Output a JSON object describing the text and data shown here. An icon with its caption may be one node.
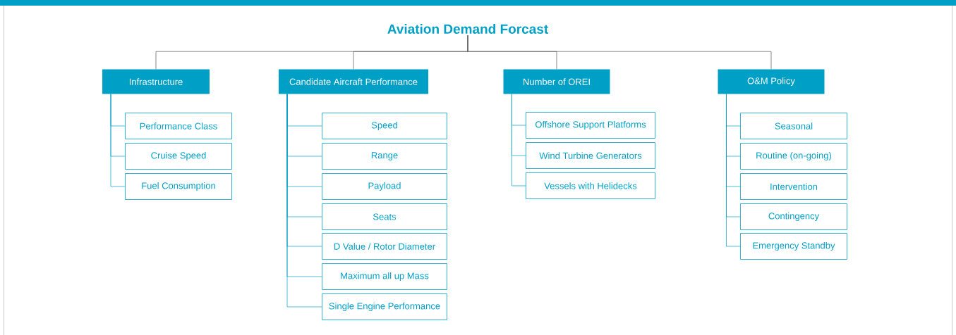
{
  "diagram": {
    "nodes": [
      {
        "text": [
          "Aviation Demand Forcast"
        ]
      },
      {
        "text": [
          "Infrastructure"
        ]
      },
      {
        "text": [
          "Performance Class"
        ]
      },
      {
        "text": [
          "Cruise Speed"
        ]
      },
      {
        "text": [
          "Fuel Consumption"
        ]
      },
      {
        "text": [
          "Candidate Aircraft Performance"
        ]
      },
      {
        "text": [
          "Speed"
        ]
      },
      {
        "text": [
          "Range"
        ]
      },
      {
        "text": [
          "Payload"
        ]
      },
      {
        "text": [
          "Seats"
        ]
      },
      {
        "text": [
          "D Value / Rotor Diameter"
        ]
      },
      {
        "text": [
          "Maximum all up Mass"
        ]
      },
      {
        "text": [
          "Single Engine Performance"
        ]
      },
      {
        "text": [
          "Number of OREI"
        ]
      },
      {
        "text": [
          "Offshore Support Platforms"
        ]
      },
      {
        "text": [
          "Wind Turbine Generators"
        ]
      },
      {
        "text": [
          "Vessels with Helidecks"
        ]
      },
      {
        "text": [
          "O&M Policy"
        ]
      },
      {
        "text": [
          "Seasonal"
        ]
      },
      {
        "text": [
          "Routine (on-going)"
        ]
      },
      {
        "text": [
          "Intervention"
        ]
      },
      {
        "text": [
          "Contingency"
        ]
      },
      {
        "text": [
          "Emergency Standby"
        ]
      }
    ],
    "edges": [
      {
        "from": 0,
        "to": 1,
        "arrow": "none",
        "color": "#555555"
      },
      {
        "from": 0,
        "to": 5,
        "arrow": "none",
        "color": "#555555"
      },
      {
        "from": 0,
        "to": 13,
        "arrow": "none",
        "color": "#555555"
      },
      {
        "from": 0,
        "to": 17,
        "arrow": "none",
        "color": "#555555"
      },
      {
        "from": 1,
        "to": 2,
        "arrow": "none"
      },
      {
        "from": 1,
        "to": 3,
        "arrow": "none"
      },
      {
        "from": 1,
        "to": 4,
        "arrow": "none"
      },
      {
        "from": 5,
        "to": 6,
        "arrow": "none"
      },
      {
        "from": 5,
        "to": 7,
        "arrow": "none"
      },
      {
        "from": 5,
        "to": 8,
        "arrow": "none"
      },
      {
        "from": 5,
        "to": 9,
        "arrow": "none"
      },
      {
        "from": 5,
        "to": 10,
        "arrow": "none"
      },
      {
        "from": 5,
        "to": 11,
        "arrow": "none"
      },
      {
        "from": 5,
        "to": 12,
        "arrow": "none"
      },
      {
        "from": 13,
        "to": 14,
        "arrow": "none"
      },
      {
        "from": 13,
        "to": 15,
        "arrow": "none"
      },
      {
        "from": 13,
        "to": 16,
        "arrow": "none"
      },
      {
        "from": 17,
        "to": 18,
        "arrow": "none"
      },
      {
        "from": 17,
        "to": 19,
        "arrow": "none"
      },
      {
        "from": 17,
        "to": 20,
        "arrow": "none"
      },
      {
        "from": 17,
        "to": 21,
        "arrow": "none"
      },
      {
        "from": 17,
        "to": 22,
        "arrow": "none"
      }
    ]
  }
}
